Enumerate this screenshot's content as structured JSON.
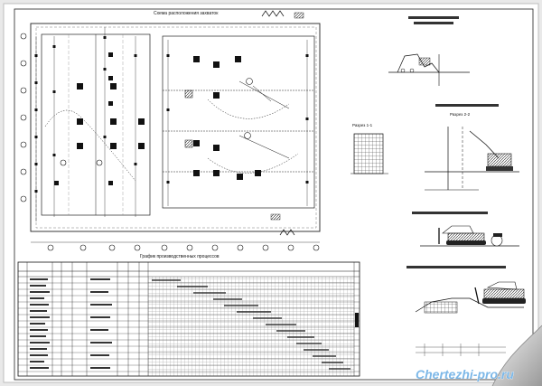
{
  "drawing": {
    "main_plan_title": "Схема расположения захваток",
    "schedule_title": "График производственных процессов",
    "section_1_title": "Разрез 1-1",
    "section_2_title": "Разрез 2-2",
    "watermark": "Chertezhi-pro.ru"
  }
}
